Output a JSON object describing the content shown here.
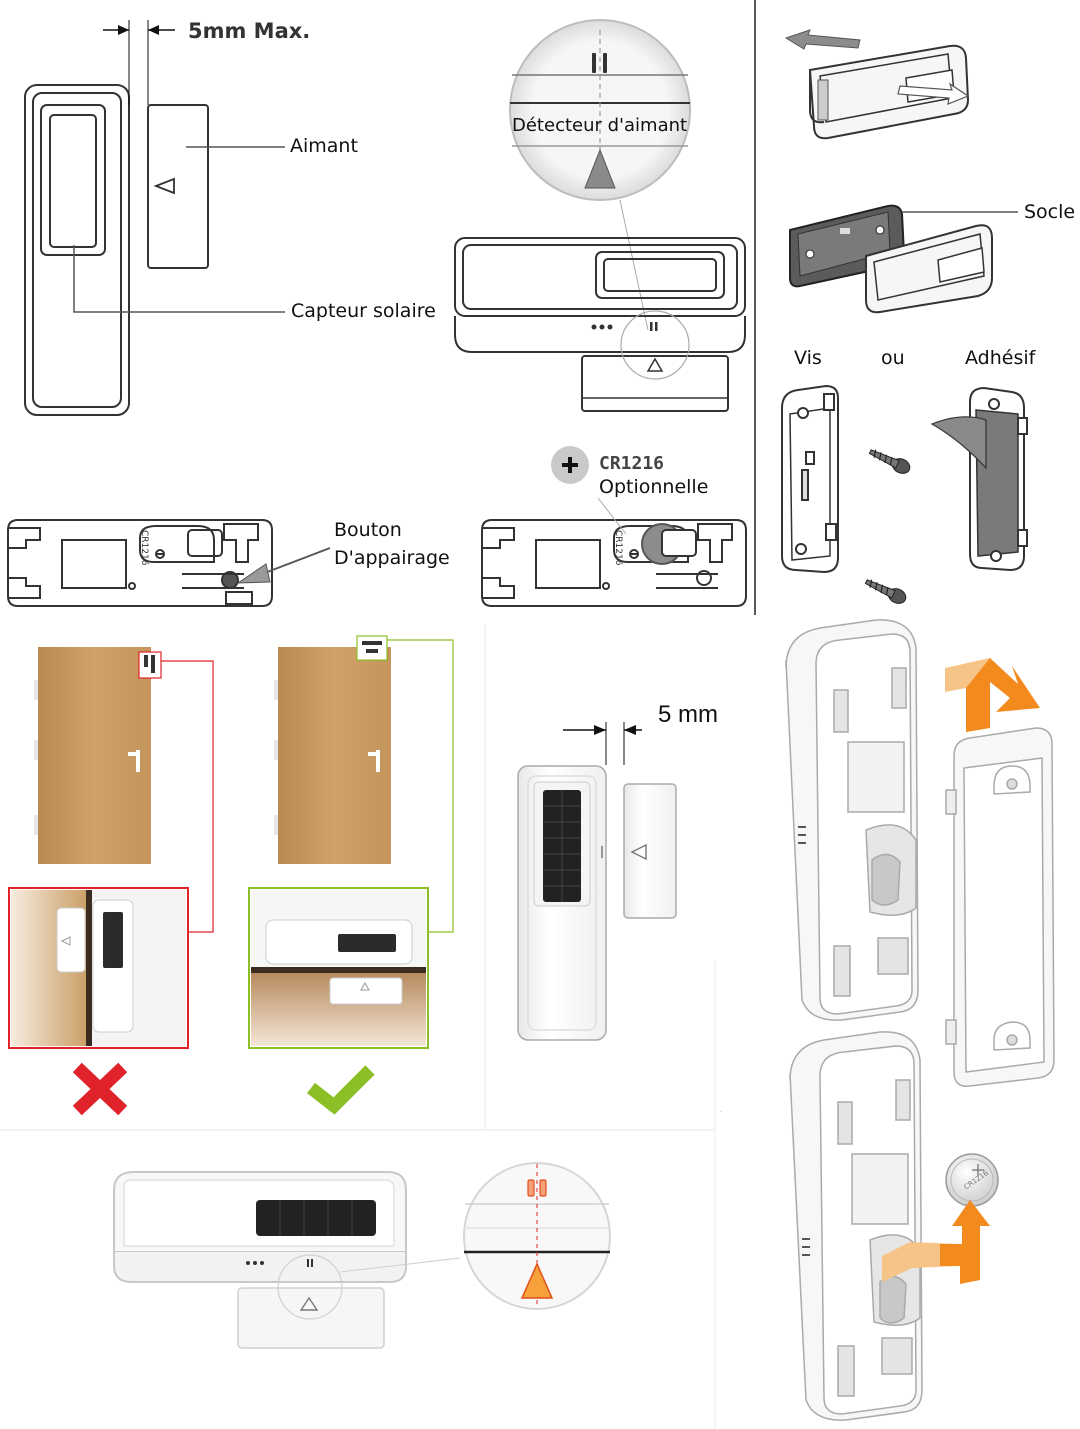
{
  "labels": {
    "gap_max": "5mm Max.",
    "aimant": "Aimant",
    "capteur_solaire": "Capteur solaire",
    "detecteur_aimant": "Détecteur d'aimant",
    "socle": "Socle",
    "vis": "Vis",
    "ou": "ou",
    "adhesif": "Adhésif",
    "bouton_line1": "Bouton",
    "bouton_line2": "D'appairage",
    "battery_model": "CR1216",
    "battery_optional": "Optionnelle",
    "gap_5mm": "5 mm",
    "pcb_marking": "CR1216",
    "coin_marking": "CR1216"
  },
  "colors": {
    "line": "#333333",
    "door": "#c69a61",
    "door_dark": "#a87c45",
    "wrong": "#e0232b",
    "correct": "#8cbf26",
    "orange": "#f28a1e",
    "orange_light": "#f7c488",
    "solar": "#2b2b2b"
  },
  "icons": {
    "wrong": "cross-icon",
    "correct": "checkmark-icon",
    "battery_plus": "plus-icon"
  }
}
